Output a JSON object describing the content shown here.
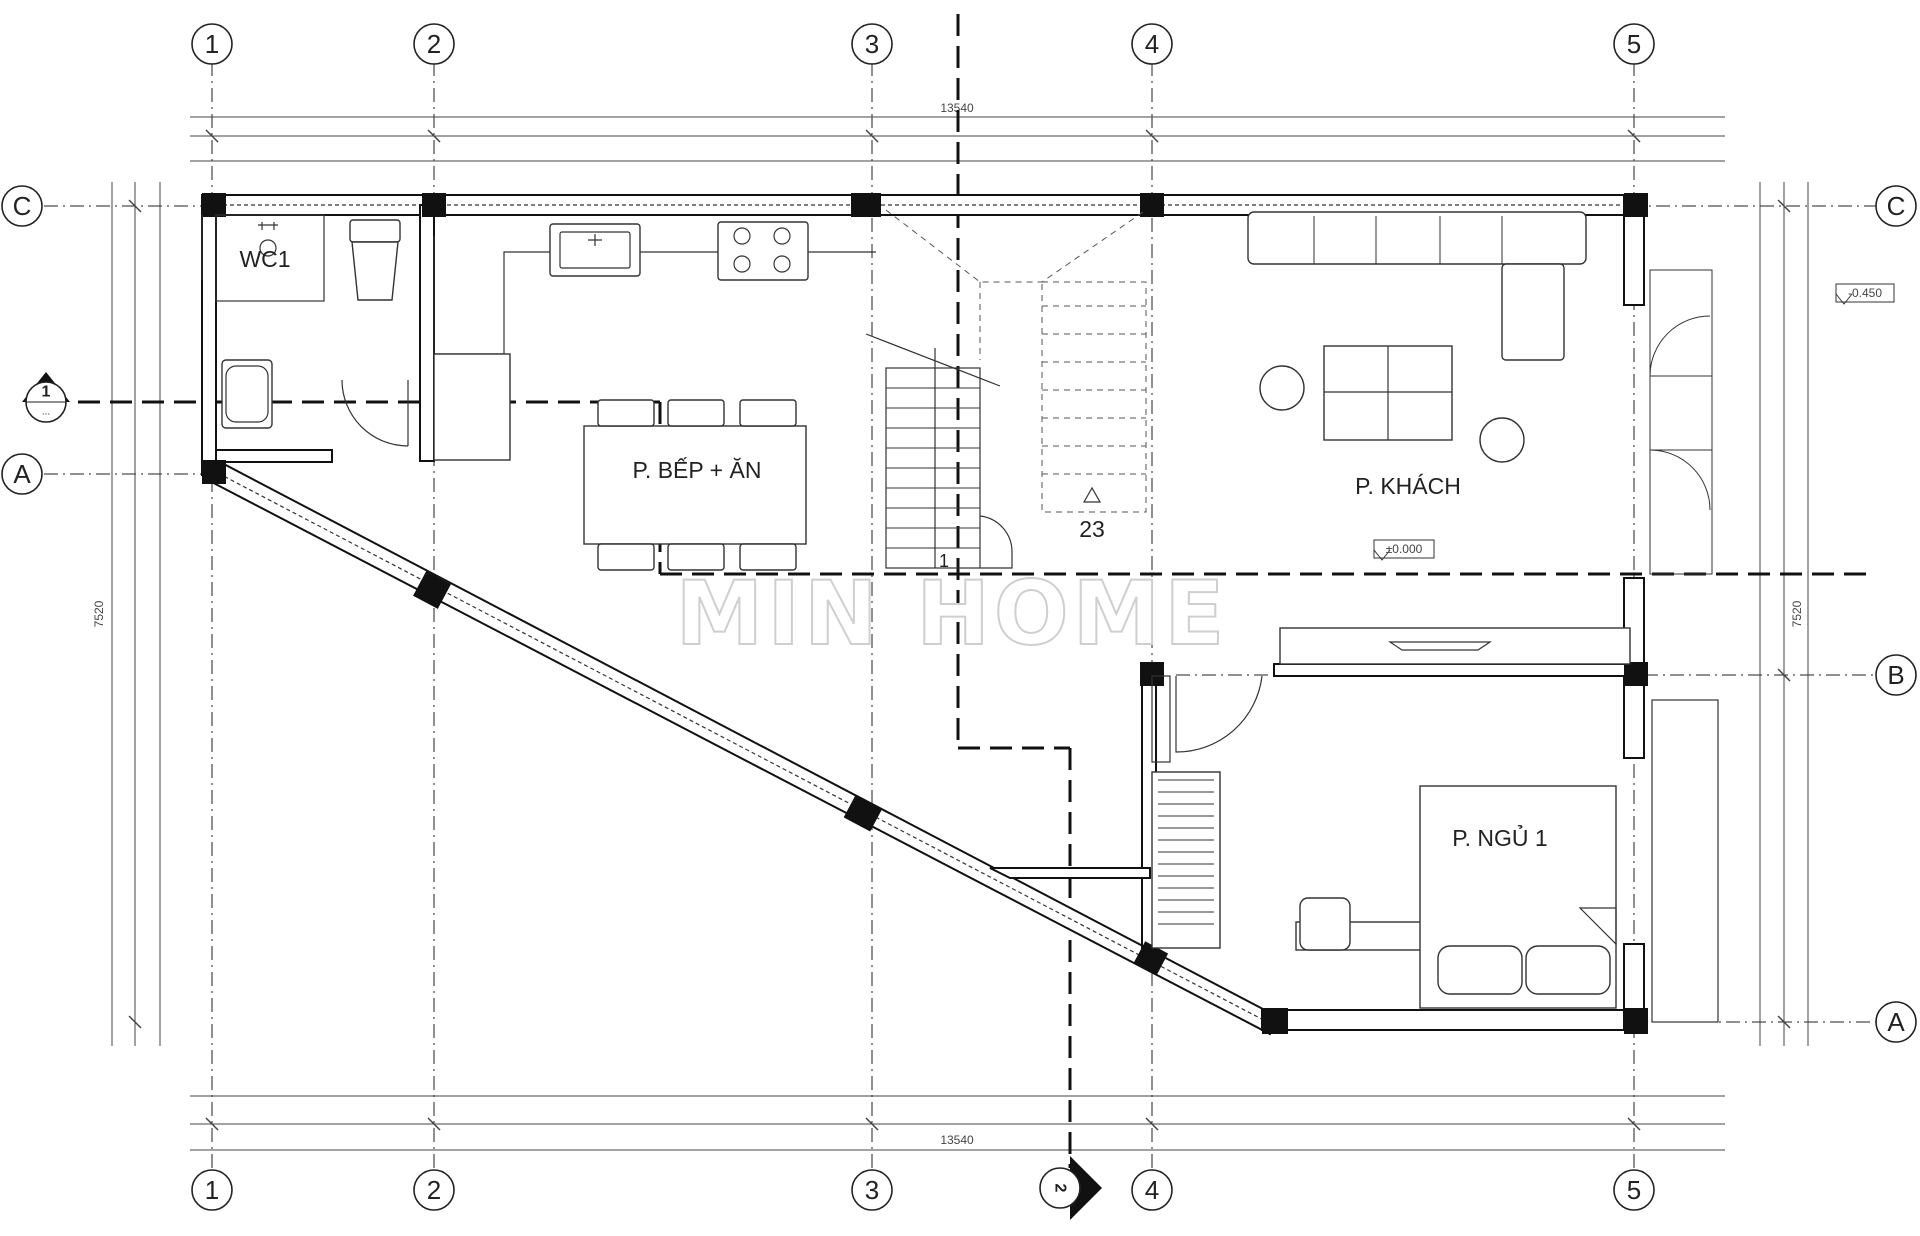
{
  "watermark": "MIN HOME",
  "grid": {
    "columns": [
      "1",
      "2",
      "3",
      "4",
      "5"
    ],
    "rows_left": [
      "C",
      "A"
    ],
    "rows_right": [
      "C",
      "B",
      "A"
    ]
  },
  "dimensions": {
    "overall_top": "13540",
    "overall_bottom": "13540",
    "left_side": "7520",
    "right_side": "7520"
  },
  "levels": {
    "entrance": "-0.450",
    "floor": "±0.000"
  },
  "rooms": {
    "wc": "WC1",
    "kitchen": "P. BẾP + ĂN",
    "living": "P. KHÁCH",
    "bedroom": "P. NGỦ 1"
  },
  "stairs": {
    "start": "1",
    "end": "23"
  },
  "sections": {
    "section_1": "1",
    "section_1_ref": "...",
    "section_2": "2"
  }
}
